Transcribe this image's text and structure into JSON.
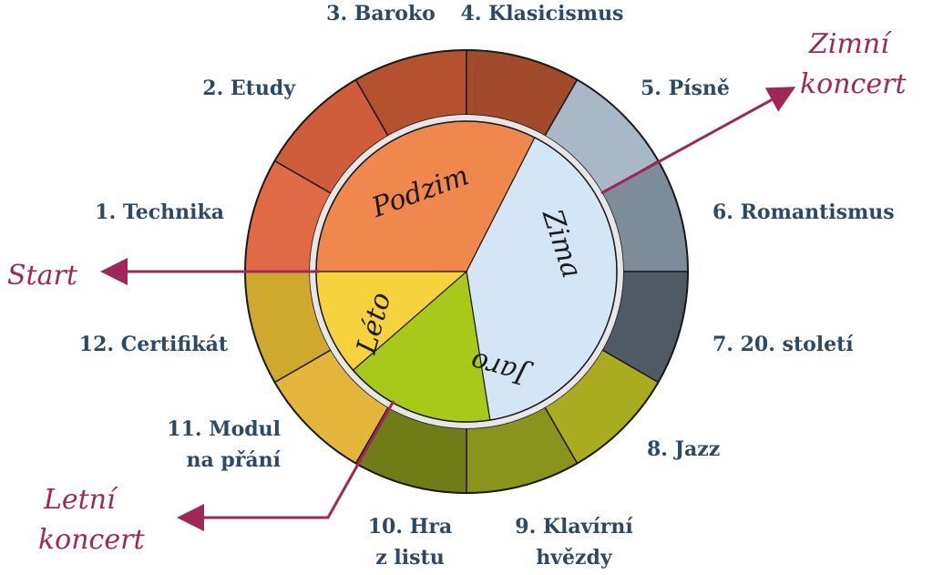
{
  "modules": [
    {
      "lines": [
        "1. Technika"
      ],
      "color": "#e06a45"
    },
    {
      "lines": [
        "2. Etudy"
      ],
      "color": "#cf5c3a"
    },
    {
      "lines": [
        "3. Baroko"
      ],
      "color": "#b4522f"
    },
    {
      "lines": [
        "4. Klasicismus"
      ],
      "color": "#a24a2c"
    },
    {
      "lines": [
        "5. Písně"
      ],
      "color": "#a8b8c6"
    },
    {
      "lines": [
        "6. Romantismus"
      ],
      "color": "#7c8c99"
    },
    {
      "lines": [
        "7. 20. století"
      ],
      "color": "#4f5a64"
    },
    {
      "lines": [
        "8. Jazz"
      ],
      "color": "#a8ac1e"
    },
    {
      "lines": [
        "9. Klavírní",
        "hvězdy"
      ],
      "color": "#88941c"
    },
    {
      "lines": [
        "10. Hra",
        "z listu"
      ],
      "color": "#6f7c18"
    },
    {
      "lines": [
        "11. Modul",
        "na přání"
      ],
      "color": "#e3b53a"
    },
    {
      "lines": [
        "12. Certifikát"
      ],
      "color": "#cfa92e"
    }
  ],
  "seasons": [
    {
      "label": "Podzim",
      "color": "#f0884e"
    },
    {
      "label": "Zima",
      "color": "#d4e6f6"
    },
    {
      "label": "Jaro",
      "color": "#a8c81a"
    },
    {
      "label": "Léto",
      "color": "#f6d23c"
    }
  ],
  "events": {
    "start": "Start",
    "winter": [
      "Zimní",
      "koncert"
    ],
    "summer": [
      "Letní",
      "koncert"
    ]
  },
  "colors": {
    "accent": "#a02858",
    "text": "#2e4a63",
    "outline": "#1a1a1a"
  }
}
